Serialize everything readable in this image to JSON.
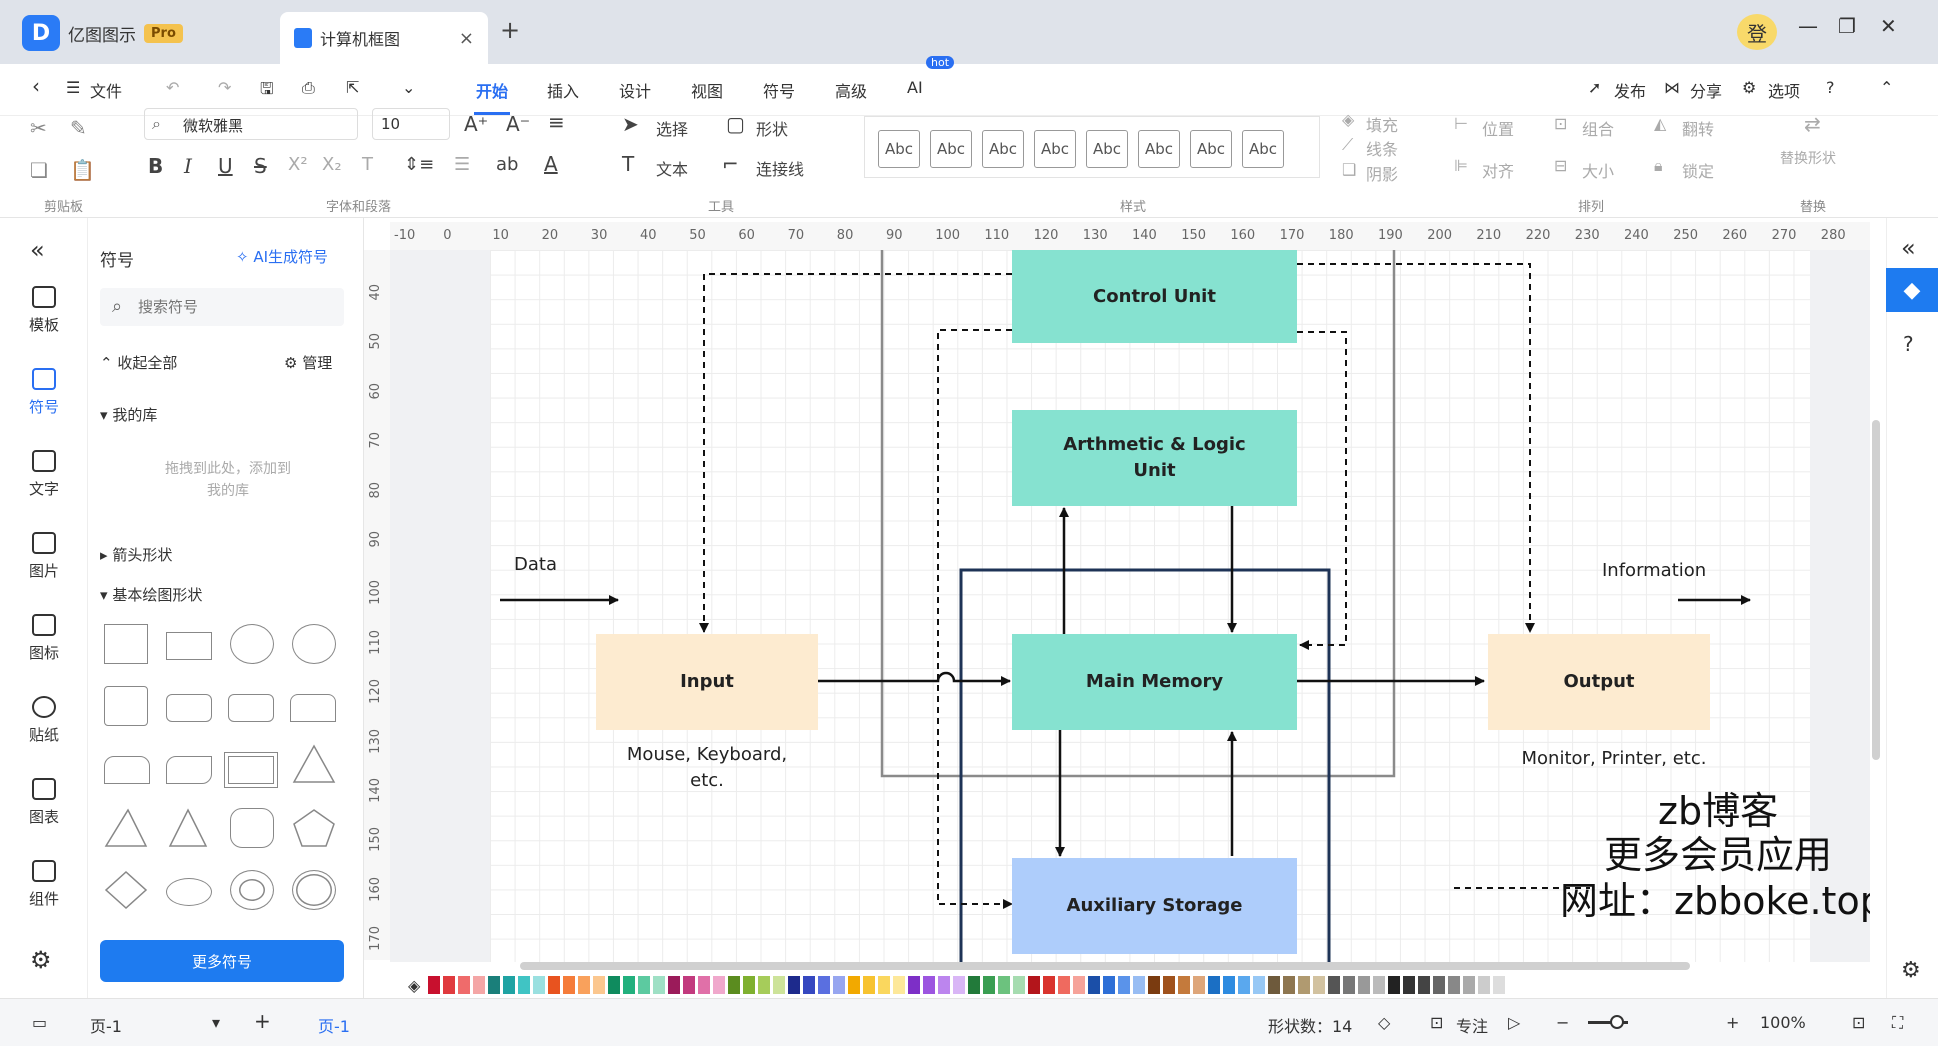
{
  "window": {
    "app_name": "亿图图示",
    "badge": "Pro",
    "doc_tab": "计算机框图",
    "close_glyph": "×",
    "new_tab_glyph": "+",
    "user_glyph": "登"
  },
  "menu": {
    "file": "文件",
    "tabs": [
      "开始",
      "插入",
      "设计",
      "视图",
      "符号",
      "高级",
      "AI"
    ],
    "ai_badge": "hot",
    "publish": "发布",
    "share": "分享",
    "options": "选项"
  },
  "ribbon": {
    "font_name": "微软雅黑",
    "font_size": "10",
    "select": "选择",
    "shape": "形状",
    "text": "文本",
    "connector": "连接线",
    "style_samples": [
      "Abc",
      "Abc",
      "Abc",
      "Abc",
      "Abc",
      "Abc",
      "Abc",
      "Abc"
    ],
    "fill": "填充",
    "line": "线条",
    "shadow": "阴影",
    "position": "位置",
    "group": "组合",
    "rotate": "翻转",
    "align": "对齐",
    "size": "大小",
    "lock": "锁定",
    "replace_shape": "替换形状",
    "group_labels": {
      "clipboard": "剪贴板",
      "font": "字体和段落",
      "tools": "工具",
      "styles": "样式",
      "arrange": "排列",
      "replace": "替换"
    }
  },
  "left_rail": [
    "模板",
    "符号",
    "文字",
    "图片",
    "图标",
    "贴纸",
    "图表",
    "组件"
  ],
  "symbol_panel": {
    "title": "符号",
    "ai_generate": "AI生成符号",
    "search_placeholder": "搜索符号",
    "collapse_all": "收起全部",
    "manage": "管理",
    "my_library": "我的库",
    "empty_hint_1": "拖拽到此处，添加到",
    "empty_hint_2": "我的库",
    "arrow_shapes": "箭头形状",
    "basic_shapes": "基本绘图形状",
    "more_symbols": "更多符号"
  },
  "ruler": {
    "h": [
      "-10",
      "0",
      "10",
      "20",
      "30",
      "40",
      "50",
      "60",
      "70",
      "80",
      "90",
      "100",
      "110",
      "120",
      "130",
      "140",
      "150",
      "160",
      "170",
      "180",
      "190",
      "200",
      "210",
      "220",
      "230",
      "240",
      "250",
      "260",
      "270",
      "280"
    ],
    "v": [
      "40",
      "50",
      "60",
      "70",
      "80",
      "90",
      "100",
      "110",
      "120",
      "130",
      "140",
      "150",
      "160",
      "170"
    ]
  },
  "diagram": {
    "control_unit": "Control Unit",
    "alu_1": "Arthmetic & Logic",
    "alu_2": "Unit",
    "main_memory": "Main Memory",
    "auxiliary_storage": "Auxiliary Storage",
    "input": "Input",
    "output": "Output",
    "data_label": "Data",
    "information_label": "Information",
    "input_devices_1": "Mouse, Keyboard,",
    "input_devices_2": "etc.",
    "output_devices": "Monitor, Printer, etc."
  },
  "watermark": {
    "line1": "zb博客",
    "line2": "更多会员应用",
    "line3": "网址：zbboke.top"
  },
  "palette": [
    "#c8102e",
    "#e03a3e",
    "#ef6b6b",
    "#f4a6a6",
    "#1a7f7a",
    "#1fa3a3",
    "#40c4c4",
    "#9ae0e0",
    "#e8531f",
    "#f57c3a",
    "#f9a15c",
    "#fbc78f",
    "#0f8b5e",
    "#22b07d",
    "#5ccaa0",
    "#9fe0c5",
    "#9b1b5a",
    "#c23a7e",
    "#e070a8",
    "#f0a8cc",
    "#5b8c1f",
    "#7fb030",
    "#a6cc5a",
    "#cde39a",
    "#1d2a8c",
    "#3548c0",
    "#5a6fe0",
    "#97a6f0",
    "#f2a900",
    "#f7c330",
    "#fad75e",
    "#fde89a",
    "#7d2fc7",
    "#9c55e0",
    "#bc85ee",
    "#d9b6f6",
    "#227a3a",
    "#3a9e52",
    "#6cc27e",
    "#a6dcb0",
    "#b3151b",
    "#d9342e",
    "#ef6a5f",
    "#f6a39a",
    "#1b4fa8",
    "#2e6fd6",
    "#5a93ea",
    "#98bdf3",
    "#7a3b10",
    "#a0521c",
    "#c47a3c",
    "#dea67a",
    "#1b6fc4",
    "#2e8be0",
    "#5aa8ee",
    "#97c8f5",
    "#6e5a3c",
    "#8e7650",
    "#b09a70",
    "#d2c2a0",
    "#555555",
    "#777777",
    "#999999",
    "#bbbbbb",
    "#222222",
    "#333333",
    "#444444",
    "#666666",
    "#888888",
    "#aaaaaa",
    "#cccccc",
    "#dddddd"
  ],
  "status": {
    "page_selector": "页-1",
    "add_page": "+",
    "active_page": "页-1",
    "shape_count": "形状数：14",
    "focus": "专注",
    "zoom": "100%"
  }
}
